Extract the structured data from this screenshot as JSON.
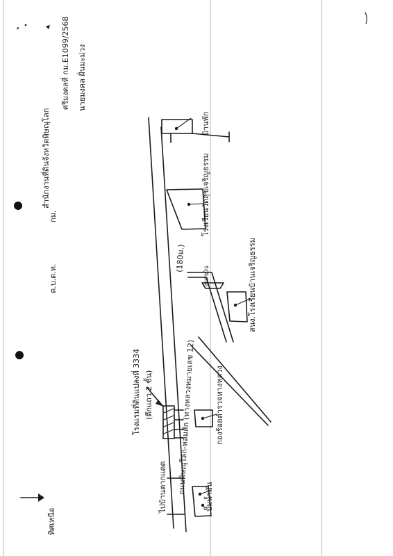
{
  "header": {
    "office_line": "สำนักงานที่ดินจังหวัดพิษณุโลก",
    "doc_number": "ศรีมงคลที่ กม.E1099/2568",
    "district": "ต.บ.ต.ท.",
    "moo": "กม.",
    "owner": "นายมงคล ฝั่นมะม่วง"
  },
  "north": {
    "label": "ทิศเหนือ"
  },
  "map": {
    "main_road": "ถนนพิษณุโลก-หล่มสัก (ทางหลวงหมายเลข 12)",
    "main_road_code": "(180ม.)",
    "branch_road": "ถนนสายบ้าน",
    "places": {
      "top_house": "บ้านพัก",
      "temple_school": "โรงเรียนวัดสุขเจริญธรรม",
      "village_school": "สนง.โรงเรียนบ้านเจริญธรรม",
      "subject_property": "โรงแรมที่ดินแปลงที่ 3334",
      "subject_note": "(ตึกแถว 2 ชั้น)",
      "left_road": "ไปบ้านตากแดด",
      "police": "กองร้อยตำรวจทางหลวง",
      "gas_station": "ปั๊มน้ำมัน"
    }
  },
  "colors": {
    "ink": "#1a1a1a",
    "fold_line": "#b9b9b9",
    "paper": "#ffffff"
  }
}
